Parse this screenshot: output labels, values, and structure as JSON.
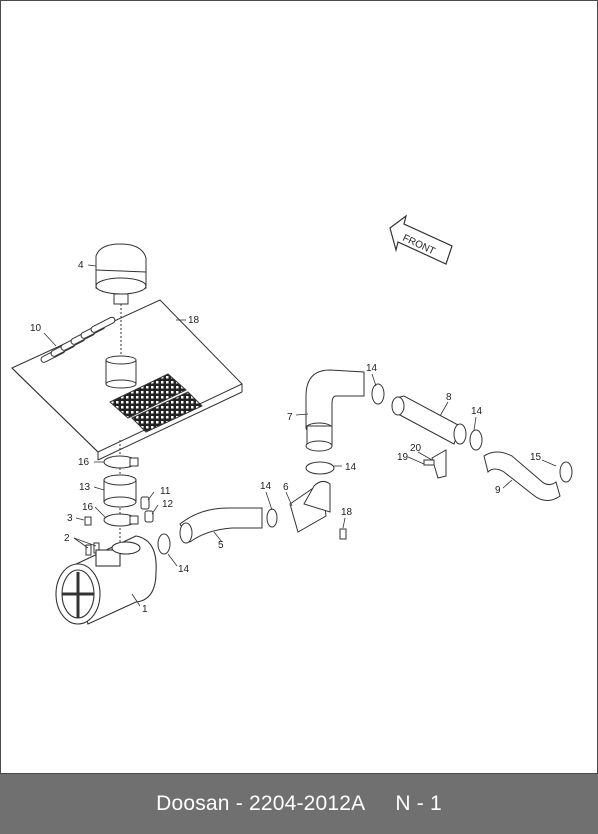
{
  "diagram": {
    "front_label": "FRONT",
    "callouts": [
      {
        "id": "c1",
        "text": "1"
      },
      {
        "id": "c2",
        "text": "2"
      },
      {
        "id": "c3",
        "text": "3"
      },
      {
        "id": "c4",
        "text": "4"
      },
      {
        "id": "c5",
        "text": "5"
      },
      {
        "id": "c6",
        "text": "6"
      },
      {
        "id": "c7",
        "text": "7"
      },
      {
        "id": "c8",
        "text": "8"
      },
      {
        "id": "c9",
        "text": "9"
      },
      {
        "id": "c10",
        "text": "10"
      },
      {
        "id": "c11",
        "text": "11"
      },
      {
        "id": "c12",
        "text": "12"
      },
      {
        "id": "c13",
        "text": "13"
      },
      {
        "id": "c14a",
        "text": "14"
      },
      {
        "id": "c14b",
        "text": "14"
      },
      {
        "id": "c14c",
        "text": "14"
      },
      {
        "id": "c14d",
        "text": "14"
      },
      {
        "id": "c14e",
        "text": "14"
      },
      {
        "id": "c15",
        "text": "15"
      },
      {
        "id": "c16a",
        "text": "16"
      },
      {
        "id": "c16b",
        "text": "16"
      },
      {
        "id": "c18a",
        "text": "18"
      },
      {
        "id": "c18b",
        "text": "18"
      },
      {
        "id": "c19",
        "text": "19"
      },
      {
        "id": "c20",
        "text": "20"
      }
    ]
  },
  "footer": {
    "title": "Doosan - 2204-2012A",
    "code": "N - 1"
  }
}
